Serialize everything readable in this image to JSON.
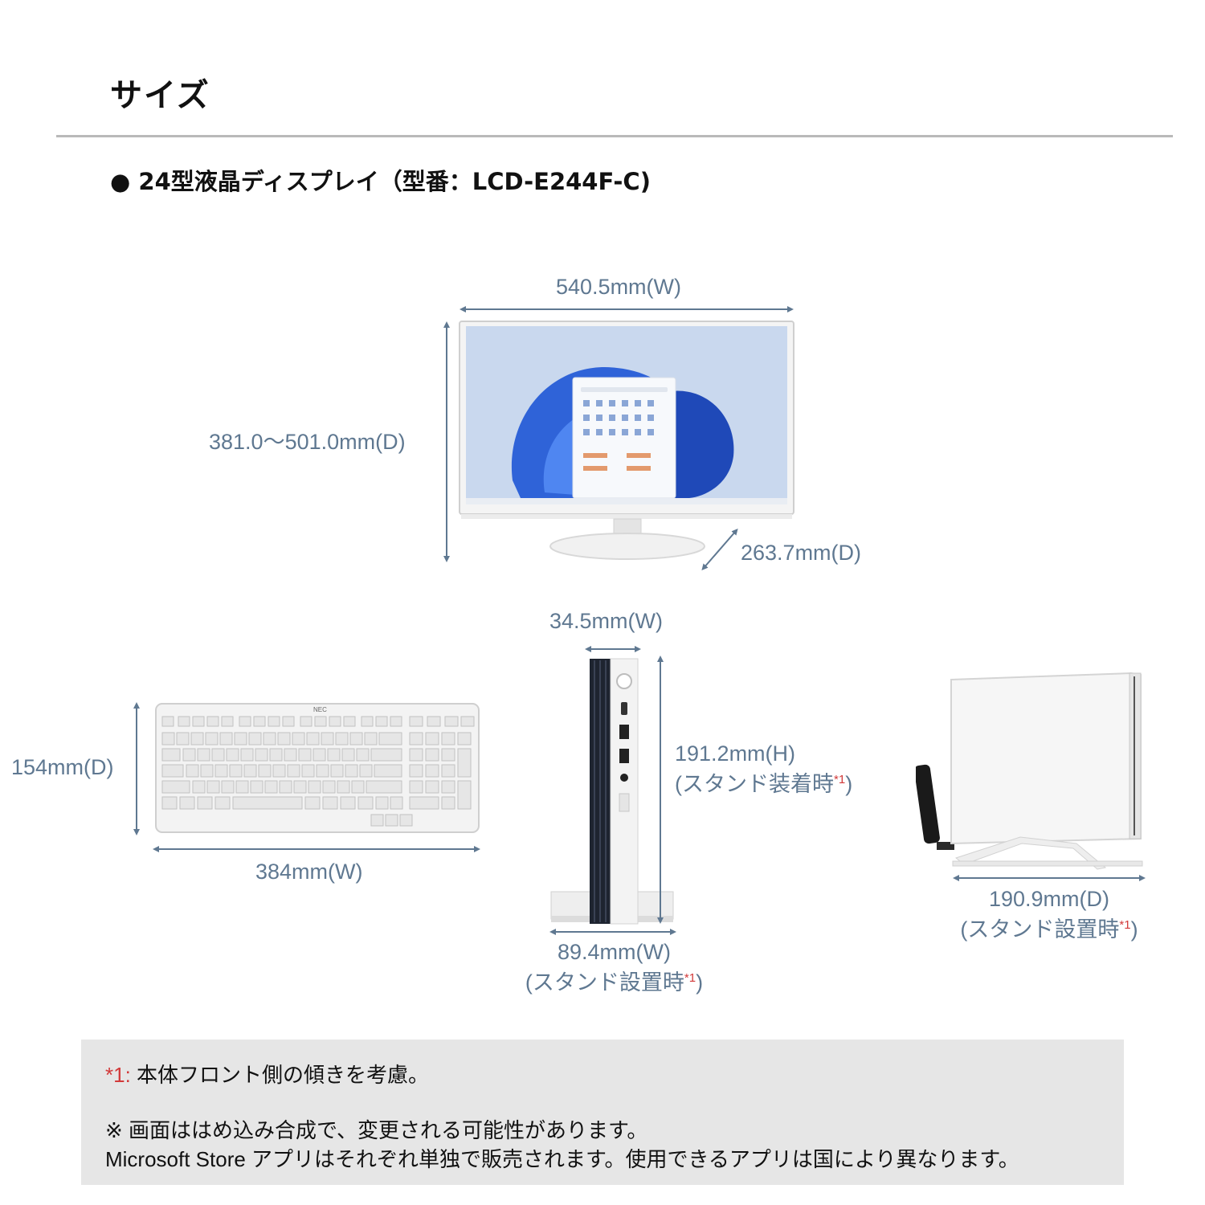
{
  "page": {
    "title": "サイズ",
    "model_heading": "● 24型液晶ディスプレイ（型番：LCD-E244F-C)"
  },
  "monitor": {
    "width_label": "540.5mm(W)",
    "height_label": "381.0～501.0mm(D)",
    "depth_label": "263.7mm(D)"
  },
  "keyboard": {
    "depth_label": "154mm(D)",
    "width_label": "384mm(W)",
    "brand": "NEC"
  },
  "pc_front": {
    "width_label": "34.5mm(W)",
    "height_label": "191.2mm(H)",
    "height_note": "(スタンド装着時",
    "height_note_mark": "*1",
    "height_note_close": ")",
    "stand_width_label": "89.4mm(W)",
    "stand_width_note": "(スタンド設置時",
    "stand_width_note_mark": "*1",
    "stand_width_note_close": ")"
  },
  "pc_side": {
    "depth_label": "190.9mm(D)",
    "depth_note": "(スタンド設置時",
    "depth_note_mark": "*1",
    "depth_note_close": ")"
  },
  "notes": {
    "footnote_mark": "*1:",
    "footnote_text": " 本体フロント側の傾きを考慮。",
    "line2": "※ 画面ははめ込み合成で、変更される可能性があります。",
    "line3": "Microsoft Store アプリはそれぞれ単独で販売されます。使用できるアプリは国により異なります。"
  },
  "colors": {
    "dimension_text": "#5f7891",
    "footnote_mark": "#d23a3a",
    "note_background": "#e6e6e6"
  }
}
